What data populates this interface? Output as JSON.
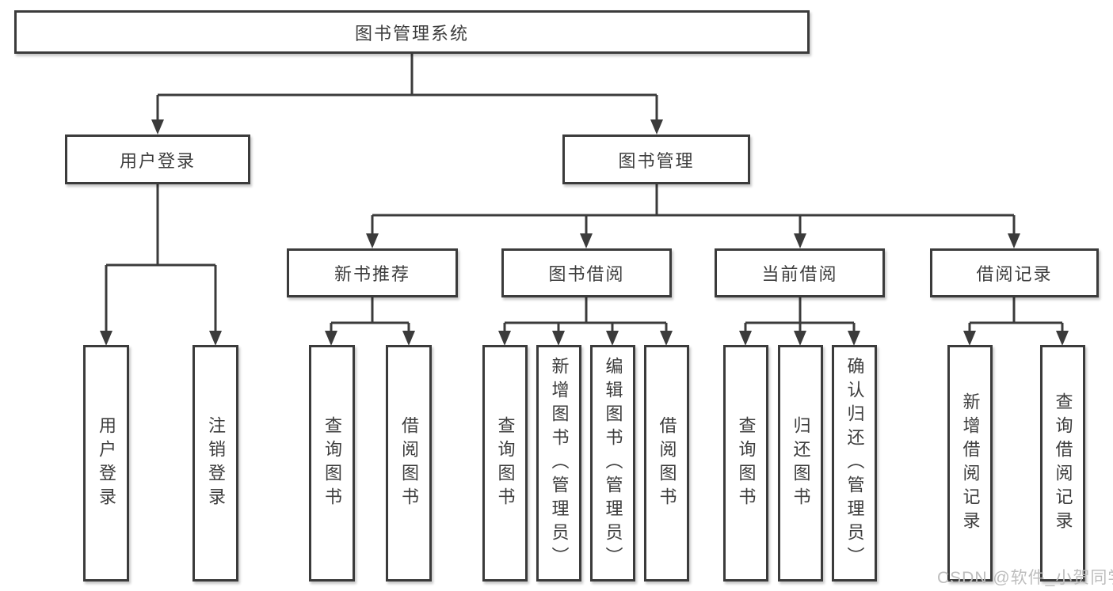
{
  "colors": {
    "line-color": "#3b3b3b",
    "text-color": "#3d3d3d",
    "watermark-color": "#bdbdbd"
  },
  "nodes": {
    "root": "图书管理系统",
    "user_login": "用户登录",
    "book_management": "图书管理",
    "new_book_recommend": "新书推荐",
    "book_borrow": "图书借阅",
    "current_borrow": "当前借阅",
    "borrow_records": "借阅记录",
    "leaves": {
      "login": "用户登录",
      "logout": "注销登录",
      "recommend_query": "查询图书",
      "recommend_borrow": "借阅图书",
      "borrow_query": "查询图书",
      "borrow_add": "新增图书（管理员）",
      "borrow_edit": "编辑图书（管理员）",
      "borrow_lend": "借阅图书",
      "current_query": "查询图书",
      "current_return": "归还图书",
      "current_confirm": "确认归还（管理员）",
      "records_add": "新增借阅记录",
      "records_query": "查询借阅记录"
    }
  },
  "watermark": "CSDN @软件_小贺同学"
}
